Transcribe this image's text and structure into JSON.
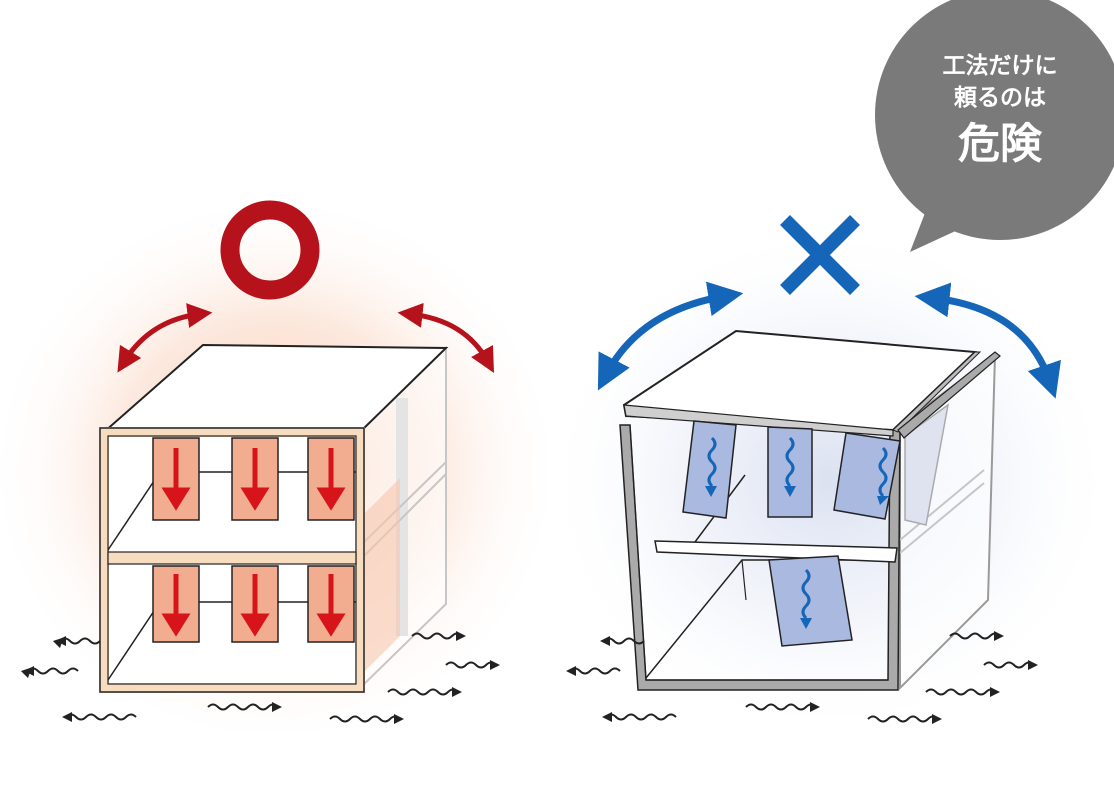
{
  "callout": {
    "line1": "工法だけに",
    "line2": "頼るのは",
    "line3": "危険"
  },
  "colors": {
    "good": "#b5121b",
    "bad": "#1565b8",
    "good_frame": "#f7dcc0",
    "good_wall": "#f2ad91",
    "bad_frame": "#aaaaaa",
    "bad_wall": "#a9b9e0",
    "bubble": "#7a7a7a"
  },
  "icons": {
    "good_mark": "circle-icon",
    "bad_mark": "cross-icon"
  }
}
